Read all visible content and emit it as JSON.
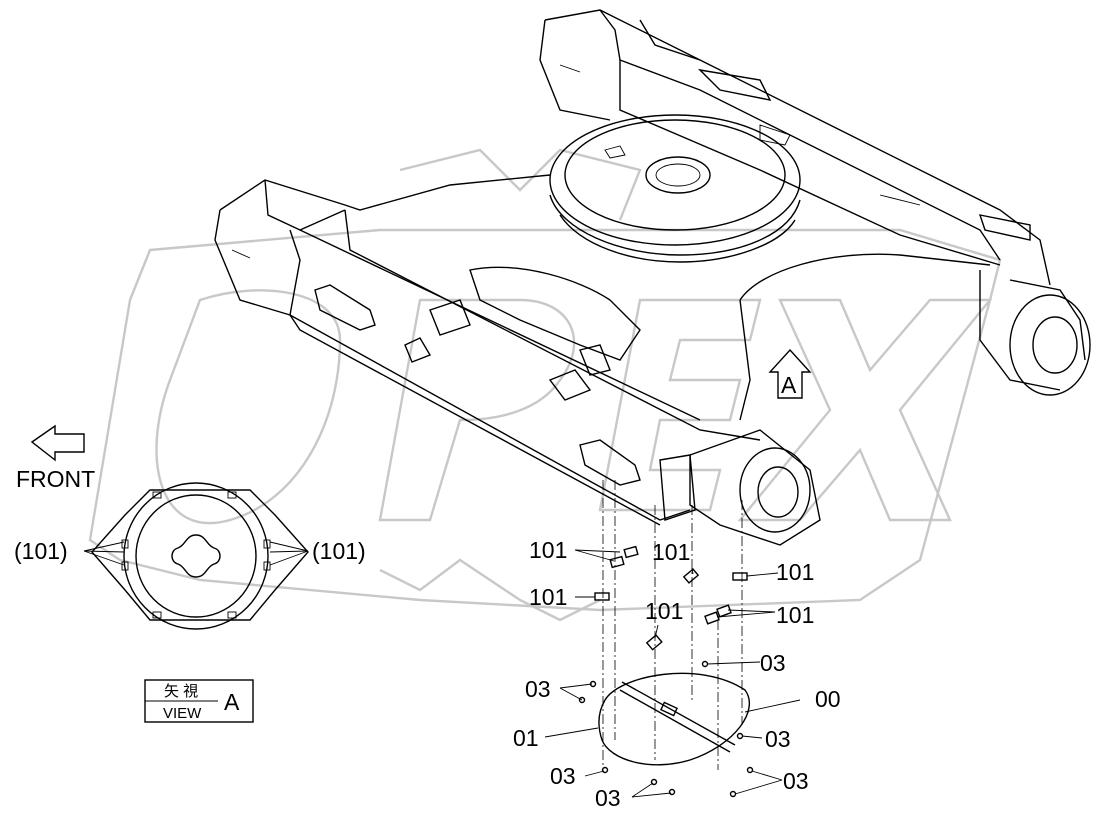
{
  "view_box": {
    "line1": "矢 視",
    "line2": "VIEW",
    "letter": "A"
  },
  "front_label": "FRONT",
  "view_marker": "A",
  "watermark": "OPEX",
  "callouts": {
    "inset_left": "(101)",
    "inset_right": "(101)",
    "p101_a": "101",
    "p101_b": "101",
    "p101_c": "101",
    "p101_d": "101",
    "p101_e": "101",
    "p101_f": "101",
    "p03_a": "03",
    "p03_b": "03",
    "p03_c": "03",
    "p03_d": "03",
    "p03_e": "03",
    "p03_f": "03",
    "p00": "00",
    "p01": "01"
  },
  "colors": {
    "ink": "#000000",
    "watermark": "#c8c8c8",
    "background": "#ffffff"
  }
}
